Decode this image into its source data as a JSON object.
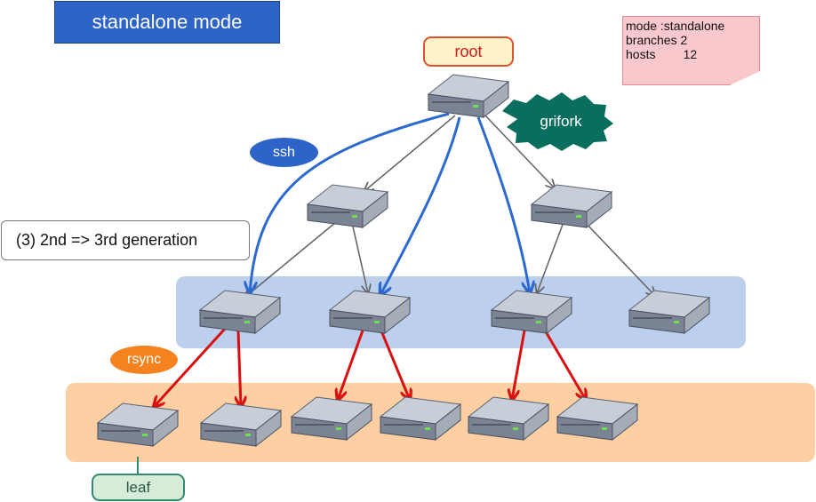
{
  "title": "standalone mode",
  "note": {
    "lines": [
      "mode :standalone",
      "branches 2",
      "hosts        12"
    ]
  },
  "step": "(3) 2nd => 3rd generation",
  "labels": {
    "root": "root",
    "leaf": "leaf",
    "ssh": "ssh",
    "rsync": "rsync",
    "grifork": "grifork"
  },
  "colors": {
    "title_bg": "#2e64c8",
    "ssh": "#2e64c8",
    "rsync": "#f5821f",
    "grifork": "#0a6e5e",
    "tree_edge": "#666666",
    "ssh_edge": "#2c6ad0",
    "rsync_edge": "#d81010",
    "gen2_band": "#bcd0ed",
    "gen3_band": "#fdcfa2"
  },
  "icons": {
    "server": "server-icon"
  }
}
